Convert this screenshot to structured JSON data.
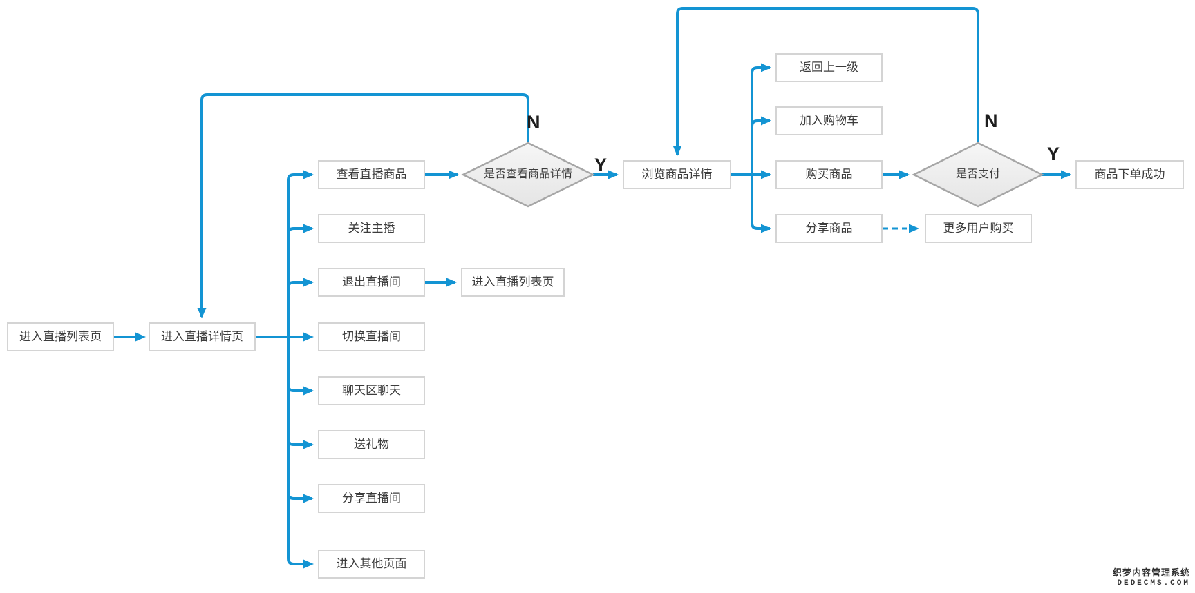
{
  "colors": {
    "arrow_blue": "#1394d3",
    "box_border": "#d4d4d4",
    "box_text": "#3c3c3c",
    "diamond_border": "#a6a6a6",
    "diamond_fill_light": "#f6f6f6",
    "diamond_fill_dark": "#e5e5e5",
    "branch_label_text": "#1e1e1e",
    "background": "#ffffff"
  },
  "nodes": {
    "enter_live_list_page": "进入直播列表页",
    "enter_live_detail_page": "进入直播详情页",
    "view_live_products": "查看直播商品",
    "follow_anchor": "关注主播",
    "exit_live_room": "退出直播间",
    "enter_live_list_page_2": "进入直播列表页",
    "switch_live_room": "切换直播间",
    "chat_in_chat_area": "聊天区聊天",
    "send_gift": "送礼物",
    "share_live_room": "分享直播间",
    "enter_other_page": "进入其他页面",
    "browse_product_detail": "浏览商品详情",
    "back_to_previous_level": "返回上一级",
    "add_to_cart": "加入购物车",
    "buy_product": "购买商品",
    "share_product": "分享商品",
    "order_success": "商品下单成功",
    "more_users_buy": "更多用户购买"
  },
  "decisions": {
    "is_view_product_detail": "是否查看商品详情",
    "is_pay": "是否支付"
  },
  "branch_labels": {
    "n1": "N",
    "y1": "Y",
    "n2": "N",
    "y2": "Y"
  },
  "watermark": {
    "line1": "织梦内容管理系统",
    "line2": "DEDECMS.COM"
  }
}
